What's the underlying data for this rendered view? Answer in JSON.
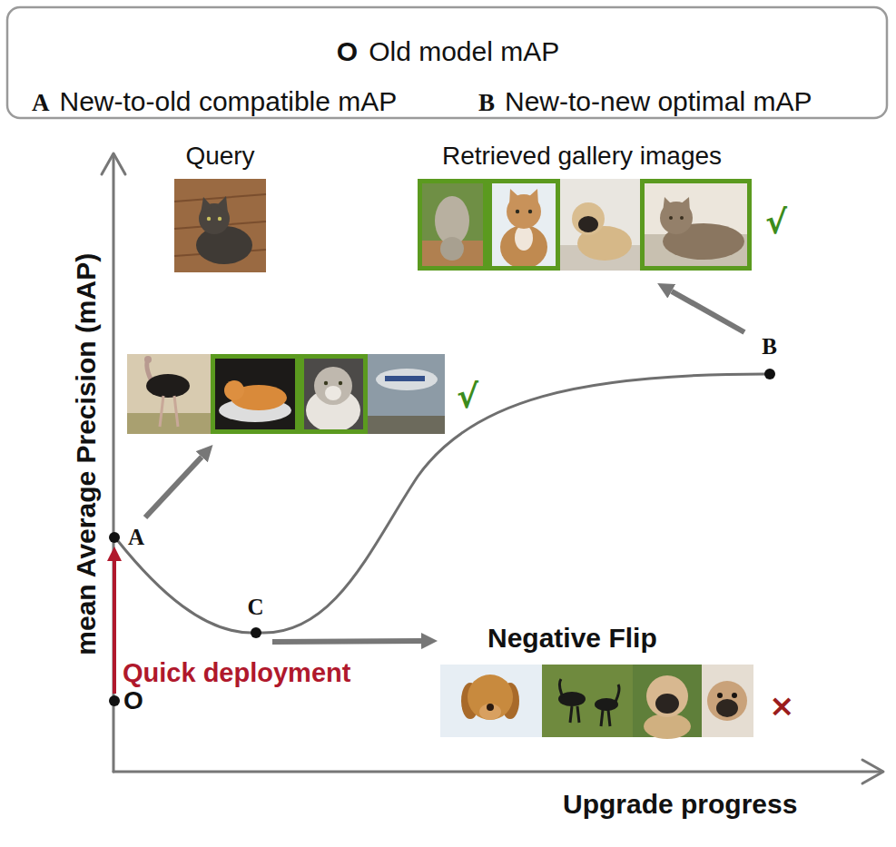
{
  "diagram": {
    "nodes": [
      {
        "text": [
          "Query"
        ]
      },
      {
        "text": [
          "Retrieved gallery images",
          "√"
        ]
      },
      {
        "text": [
          "B"
        ]
      },
      {
        "text": [
          "√"
        ]
      },
      {
        "text": [
          "A"
        ]
      },
      {
        "text": [
          "C"
        ]
      },
      {
        "text": [
          "Negative Flip",
          "×"
        ]
      },
      {
        "text": [
          "O"
        ]
      }
    ],
    "edges": [
      {
        "from": 4,
        "to": 3,
        "arrow": "to"
      },
      {
        "from": 2,
        "to": 1,
        "arrow": "to"
      },
      {
        "from": 4,
        "to": 5,
        "arrow": "none"
      },
      {
        "from": 5,
        "to": 2,
        "arrow": "none"
      },
      {
        "from": 5,
        "to": 6,
        "arrow": "to"
      },
      {
        "from": 7,
        "to": 4,
        "arrow": "to",
        "label": "Quick deployment"
      }
    ],
    "labels": [
      "O",
      "A",
      "B",
      "mean Average Precision (mAP)",
      "Upgrade progress"
    ],
    "legend": [
      {
        "text": "Old model mAP"
      },
      {
        "text": "New-to-old compatible mAP"
      },
      {
        "text": "New-to-new optimal mAP"
      }
    ]
  }
}
